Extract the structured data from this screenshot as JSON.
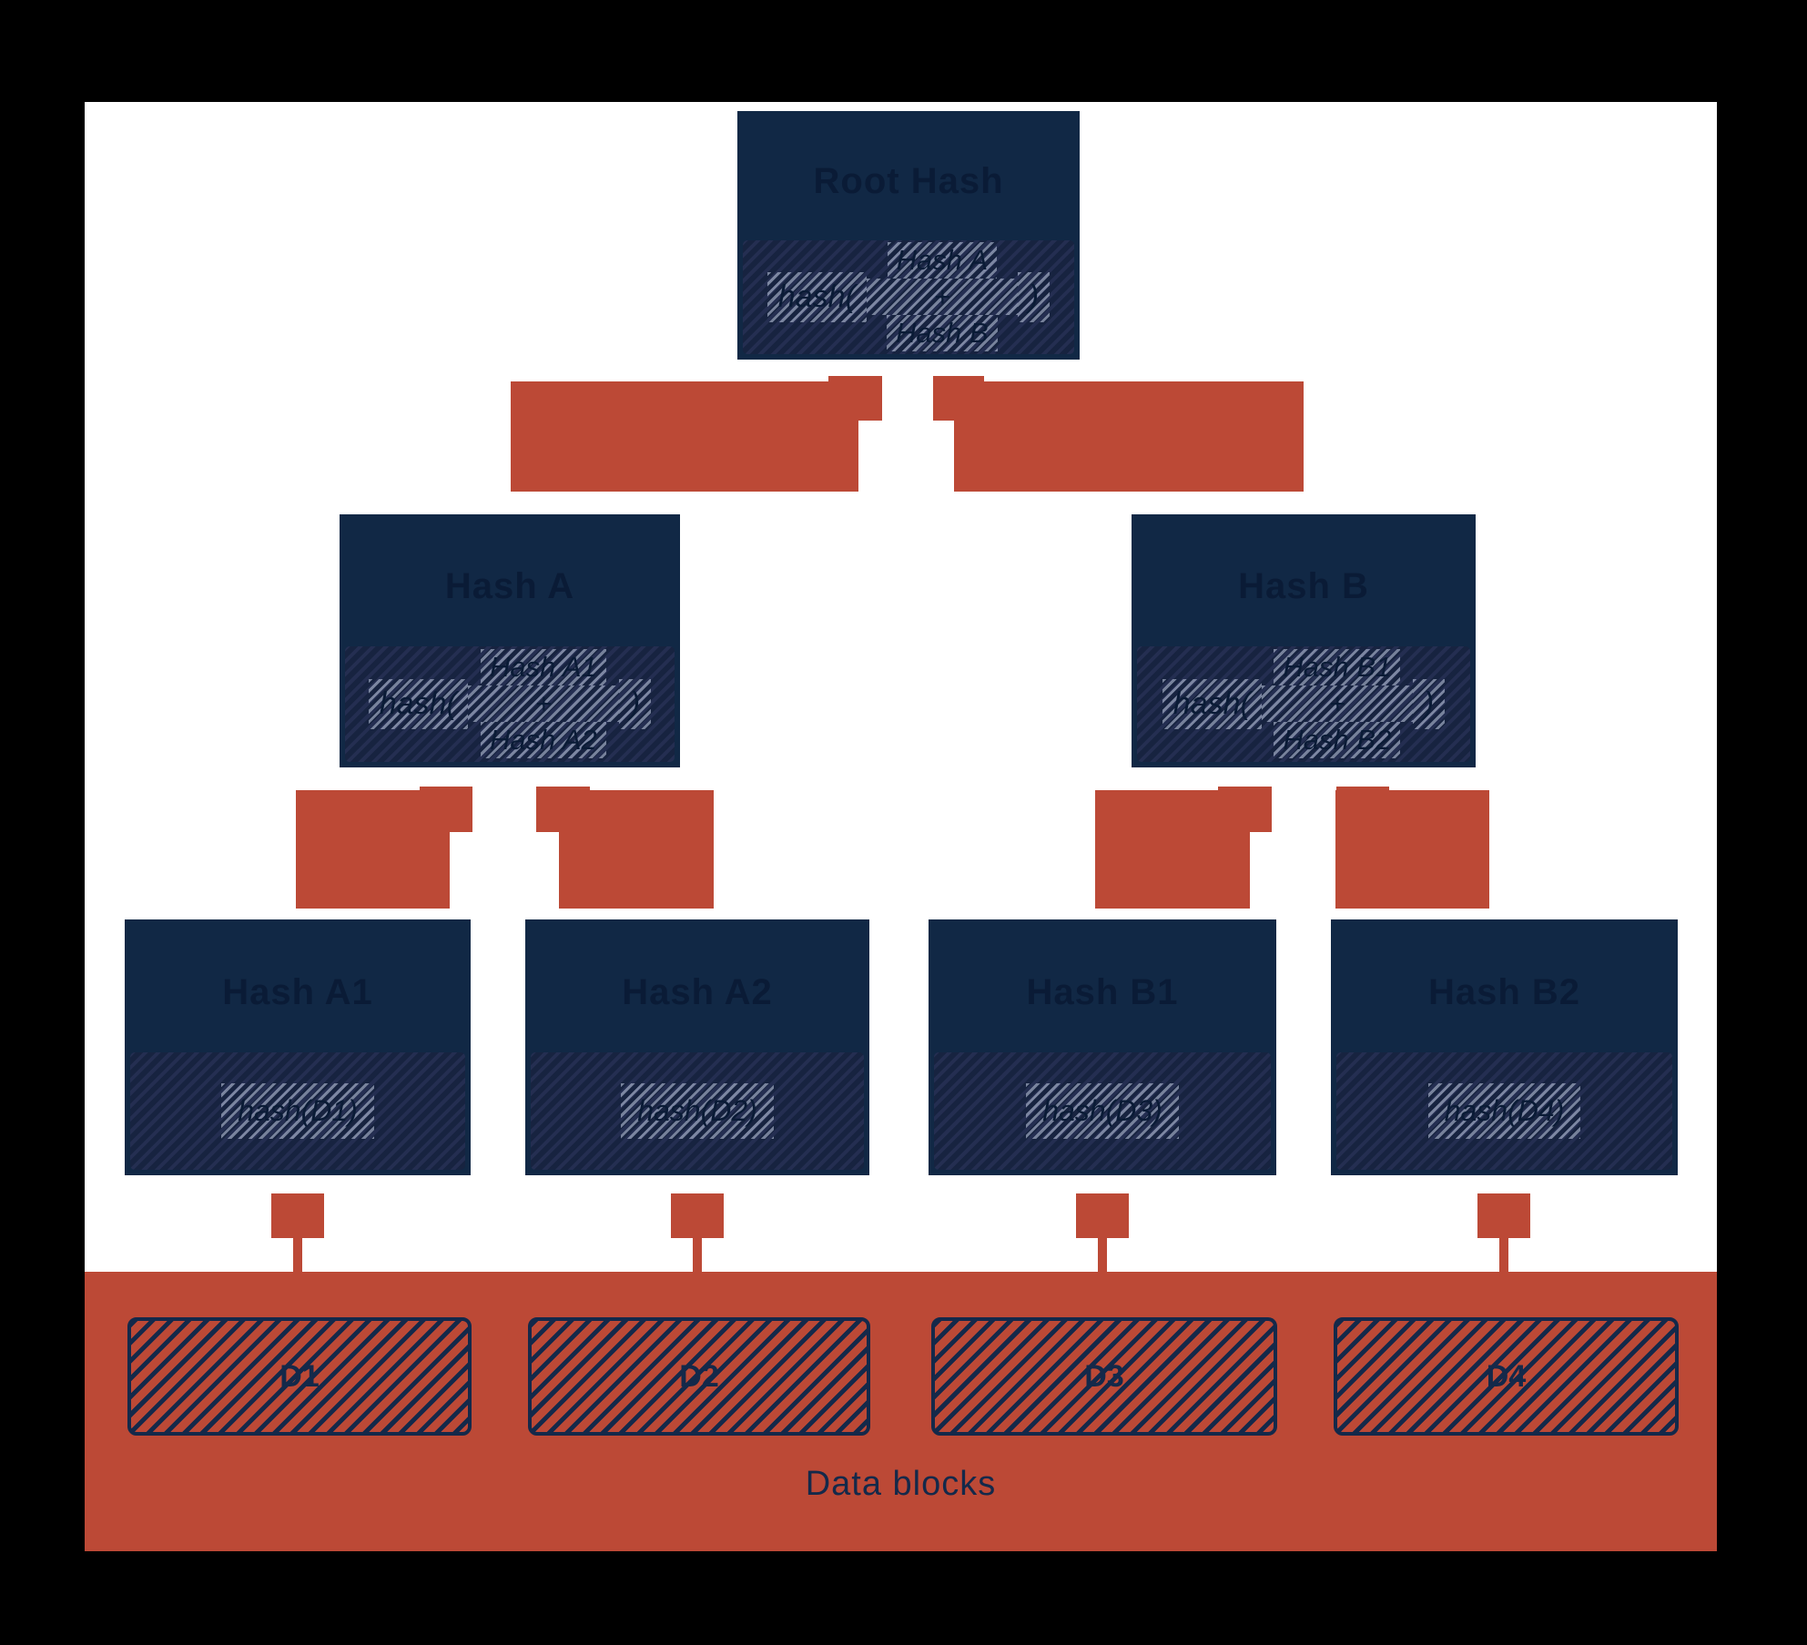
{
  "tree": {
    "root": {
      "title": "Root Hash",
      "formula": {
        "fn": "hash(",
        "arg_top": "Hash A",
        "op": "+",
        "arg_bottom": "Hash B",
        "close": ")"
      }
    },
    "branches": [
      {
        "title": "Hash A",
        "formula": {
          "fn": "hash(",
          "arg_top": "Hash A1",
          "op": "+",
          "arg_bottom": "Hash A2",
          "close": ")"
        }
      },
      {
        "title": "Hash B",
        "formula": {
          "fn": "hash(",
          "arg_top": "Hash B1",
          "op": "+",
          "arg_bottom": "Hash B2",
          "close": ")"
        }
      }
    ],
    "leaves": [
      {
        "title": "Hash A1",
        "formula": "hash(D1)"
      },
      {
        "title": "Hash A2",
        "formula": "hash(D2)"
      },
      {
        "title": "Hash B1",
        "formula": "hash(D3)"
      },
      {
        "title": "Hash B2",
        "formula": "hash(D4)"
      }
    ]
  },
  "data_section": {
    "caption": "Data blocks",
    "blocks": [
      {
        "label": "D1"
      },
      {
        "label": "D2"
      },
      {
        "label": "D3"
      },
      {
        "label": "D4"
      }
    ]
  },
  "colors": {
    "frame_black": "#000000",
    "canvas_white": "#ffffff",
    "node_navy": "#112845",
    "node_inner_navy": "#172340",
    "dark_text_navy": "#0a1b36",
    "connector_red": "#bc4936",
    "data_navy": "#14294a"
  }
}
